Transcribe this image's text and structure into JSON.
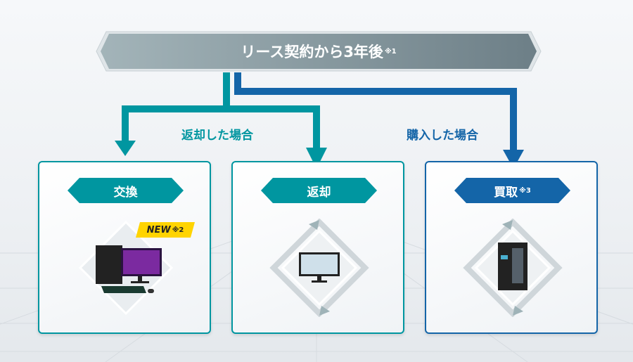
{
  "banner": {
    "title": "リース契約から3年後",
    "note": "※1"
  },
  "branches": {
    "return_label": "返却した場合",
    "purchase_label": "購入した場合"
  },
  "cards": [
    {
      "label": "交換",
      "badge": "NEW",
      "badge_note": "※2"
    },
    {
      "label": "返却"
    },
    {
      "label": "買取",
      "note": "※3"
    }
  ],
  "colors": {
    "teal": "#0096a0",
    "blue": "#1465a8",
    "banner": "#7f9298",
    "badge": "#ffd400"
  }
}
